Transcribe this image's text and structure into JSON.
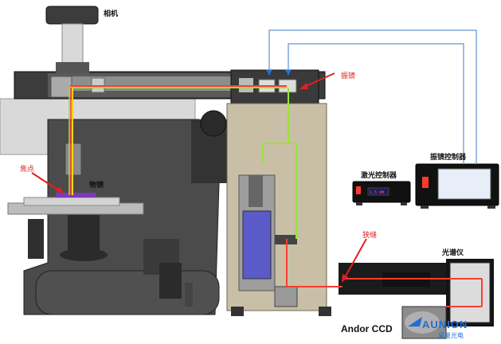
{
  "labels": {
    "camera": "相机",
    "galvo": "振镜",
    "focus": "焦点",
    "objective": "物镜",
    "laser_controller": "激光控制器",
    "galvo_controller": "振镜控制器",
    "slit": "狭缝",
    "spectrometer": "光谱仪",
    "andor_ccd": "Andor CCD"
  },
  "laser_controller_display": "1.5 mW",
  "brand": {
    "name": "AUNION",
    "chinese": "昊量光电"
  },
  "colors": {
    "laser_red": "#ff3b30",
    "beam_green": "#9be23a",
    "beam_yellow": "#ffd21a",
    "cable_blue": "#7fa7d9",
    "annotation_red": "#e02020",
    "brand_blue": "#1f6fd6"
  }
}
